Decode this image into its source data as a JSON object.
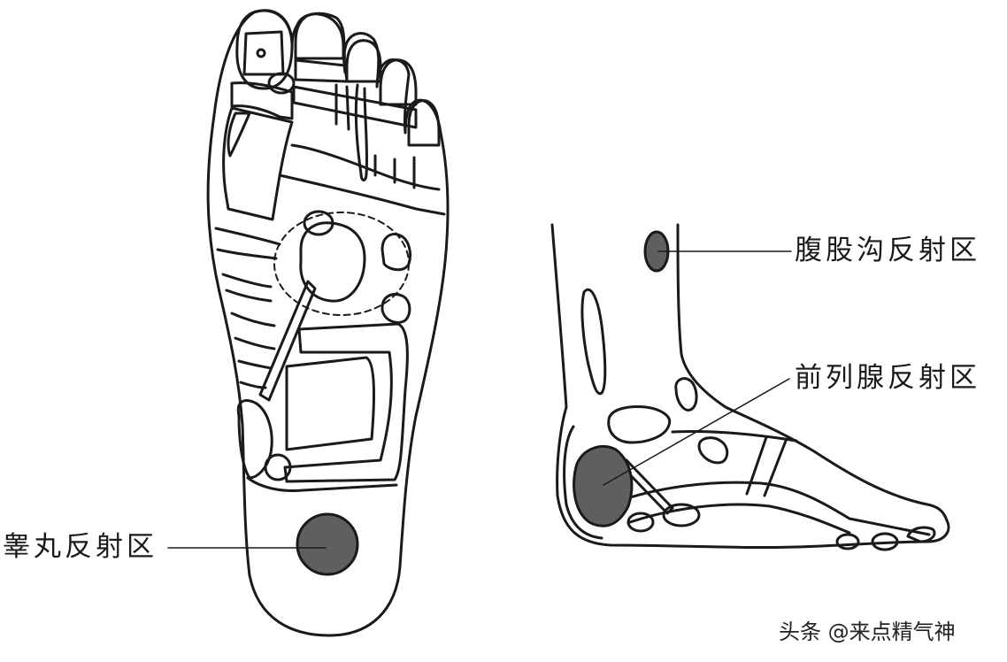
{
  "labels": {
    "testis": "睾丸反射区",
    "groin": "腹股沟反射区",
    "prostate": "前列腺反射区"
  },
  "watermark": "头条 @来点精气神",
  "colors": {
    "outline": "#1a1a1a",
    "highlight": "#5f5f5f",
    "background": "#ffffff"
  }
}
